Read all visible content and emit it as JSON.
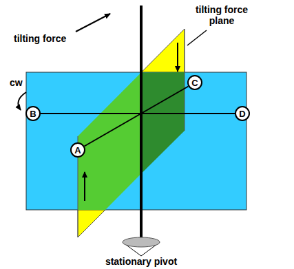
{
  "diagram": {
    "nodes": [
      {
        "text": [
          "A"
        ]
      },
      {
        "text": [
          "B"
        ]
      },
      {
        "text": [
          "C"
        ]
      },
      {
        "text": [
          "D"
        ]
      }
    ],
    "edges": [
      {
        "from": 0,
        "to": 2,
        "arrow": "none"
      },
      {
        "from": 1,
        "to": 3,
        "arrow": "none"
      }
    ],
    "labels": [
      "tilting force",
      "tilting force plane",
      "cw",
      "stationary pivot"
    ]
  }
}
